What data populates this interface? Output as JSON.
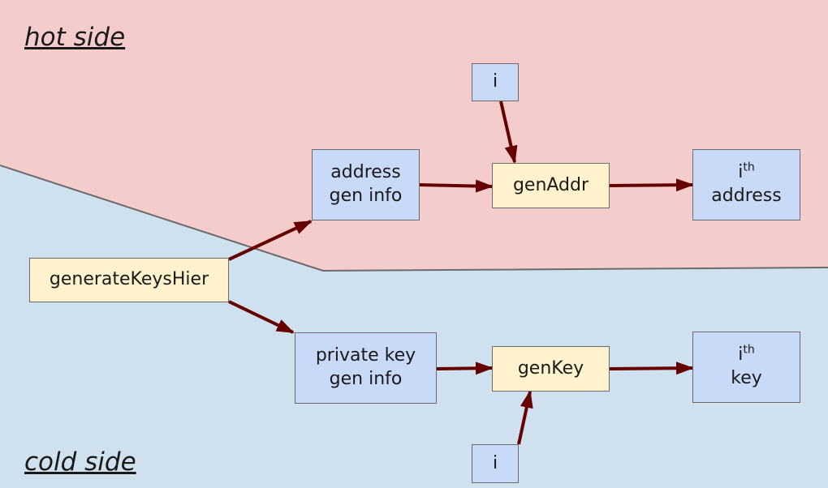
{
  "zones": {
    "hot_label": "hot side",
    "cold_label": "cold side"
  },
  "nodes": {
    "generate": "generateKeysHier",
    "addr_info_line1": "address",
    "addr_info_line2": "gen info",
    "priv_info_line1": "private key",
    "priv_info_line2": "gen info",
    "gen_addr": "genAddr",
    "gen_key": "genKey",
    "i_top": "i",
    "i_bottom": "i",
    "out_addr_i": "i",
    "out_addr_sup": "th",
    "out_addr_word": "address",
    "out_key_i": "i",
    "out_key_sup": "th",
    "out_key_word": "key"
  },
  "colors": {
    "hot_bg": "#f4cccc",
    "cold_bg": "#cfe0ee",
    "boundary": "#6b6b6b",
    "blue_box": "#c9daf8",
    "yellow_box": "#fff2cc",
    "arrow": "#660000"
  }
}
